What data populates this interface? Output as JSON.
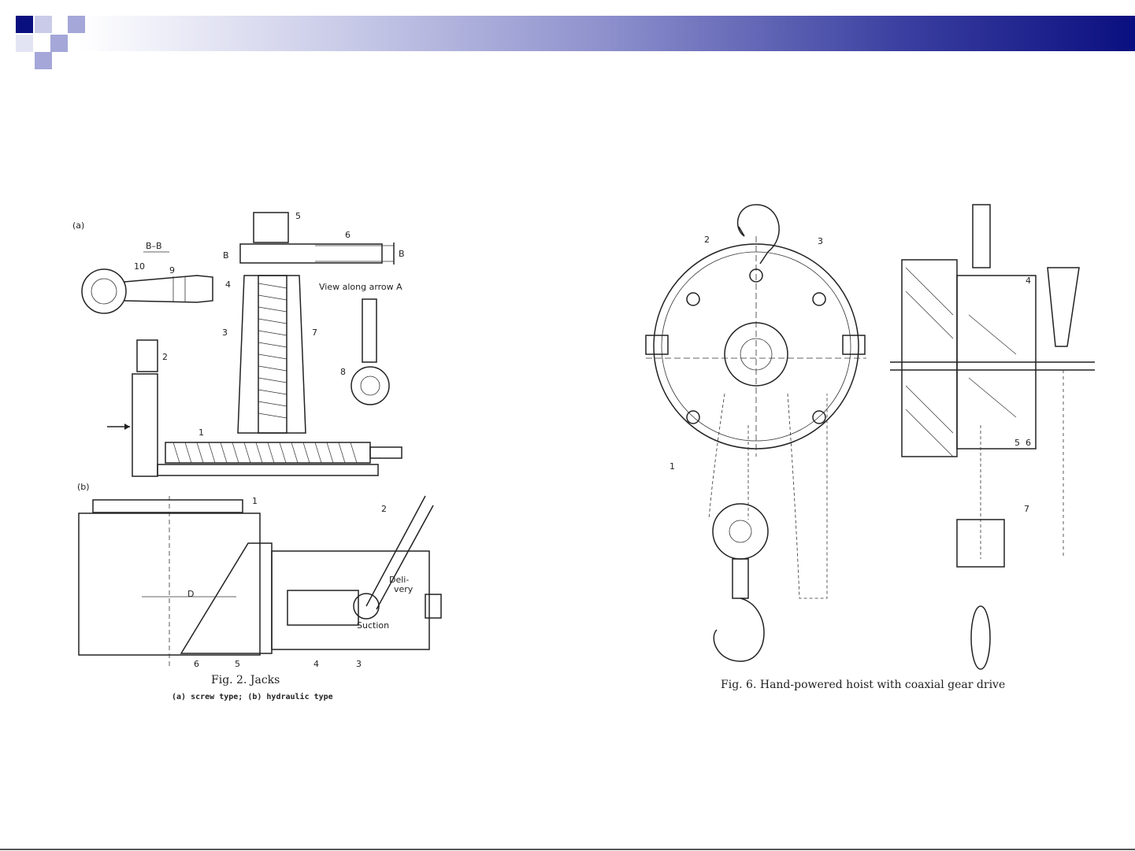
{
  "header": {
    "colors": {
      "dark": "#0a0f80",
      "mid": "#5a5fb8",
      "light": "#c9cbe8"
    }
  },
  "figure_left": {
    "label_a": "(a)",
    "label_b": "(b)",
    "section_label": "B–B",
    "view_label": "View along arrow A",
    "delivery_label": "Deli-\nvery",
    "delivery_line1": "Deli-",
    "delivery_line2": "very",
    "suction_label": "Suction",
    "d_label": "D",
    "section_b_left": "B",
    "section_b_right": "B",
    "part_numbers_a": [
      "5",
      "6",
      "10",
      "9",
      "4",
      "3",
      "7",
      "8",
      "2",
      "1"
    ],
    "part_numbers_b": [
      "1",
      "2",
      "6",
      "5",
      "4",
      "3"
    ],
    "caption": "Fig. 2. Jacks",
    "subcaption": "(a) screw type; (b) hydraulic type"
  },
  "figure_right": {
    "part_numbers_front": [
      "2",
      "3",
      "1"
    ],
    "part_numbers_side": [
      "4",
      "5",
      "6",
      "7"
    ],
    "caption": "Fig. 6. Hand-powered hoist with coaxial gear drive"
  }
}
